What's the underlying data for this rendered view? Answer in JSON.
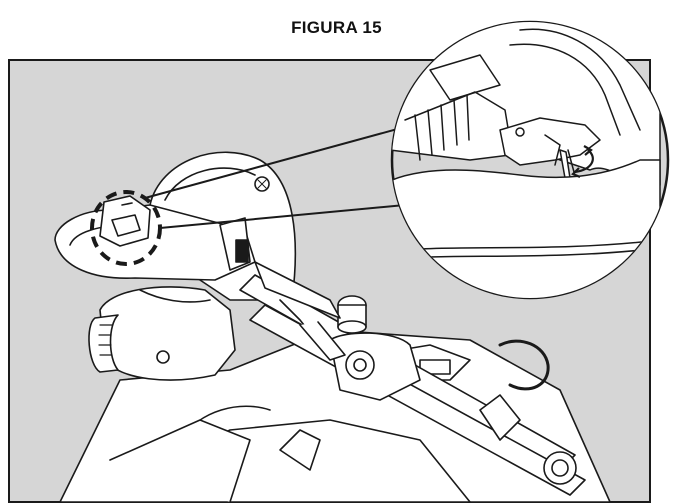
{
  "figure": {
    "title": "FIGURA 15",
    "colors": {
      "panel_background": "#d6d6d6",
      "line_art": "#1a1a1a",
      "paper": "#ffffff"
    },
    "callouts": [
      {
        "marker": "dashed-circle",
        "target": "magnified-detail-circle"
      }
    ],
    "icons": [
      "rotation-arrow-icon"
    ]
  }
}
